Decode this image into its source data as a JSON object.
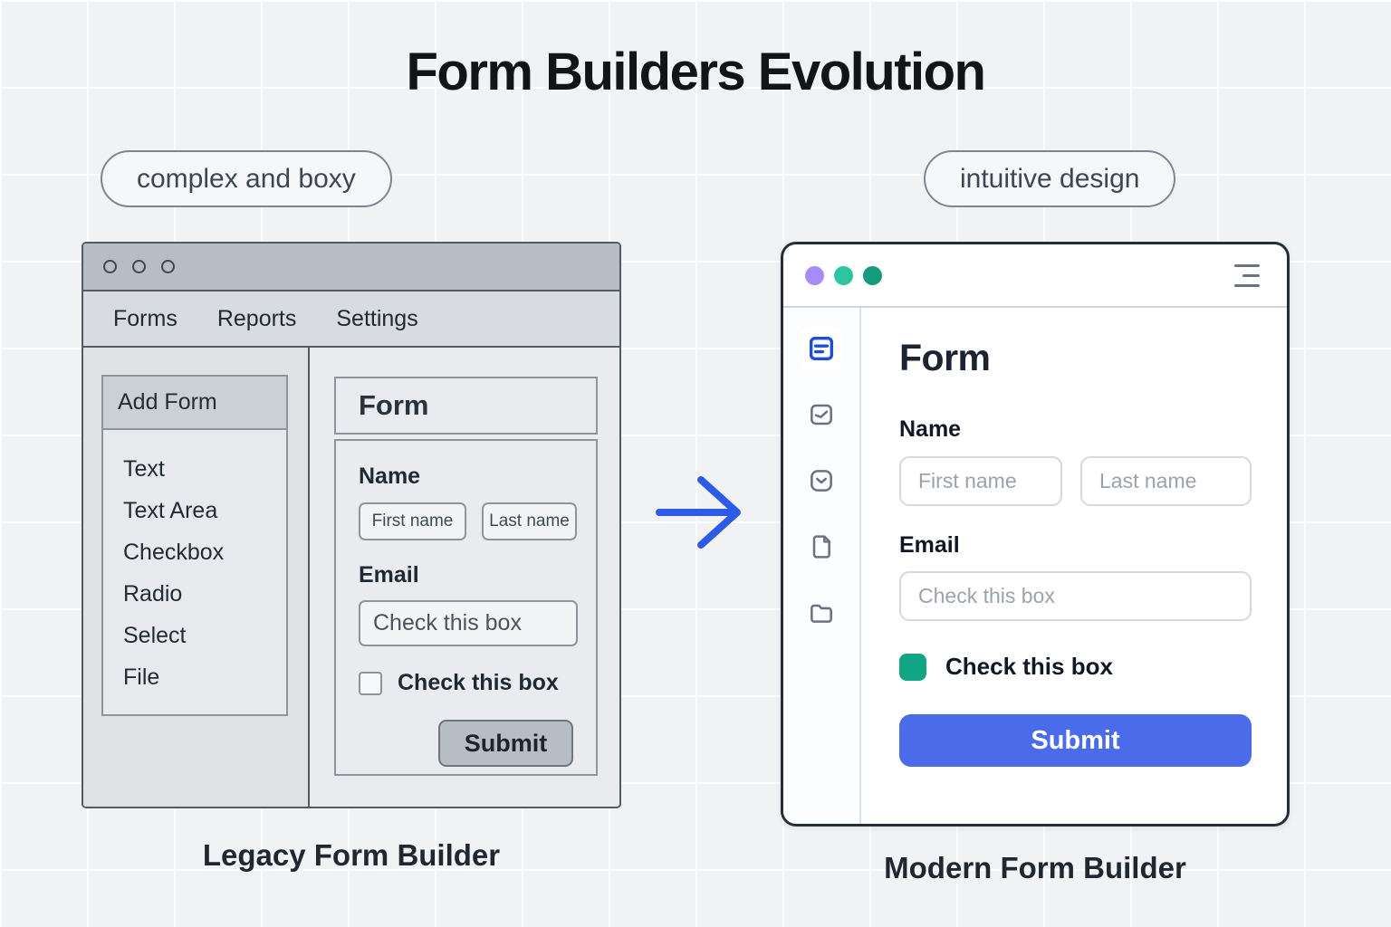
{
  "page": {
    "title": "Form Builders Evolution"
  },
  "badges": {
    "left": "complex and boxy",
    "right": "intuitive design"
  },
  "legacy": {
    "caption": "Legacy Form Builder",
    "window_dots": [
      "outline-dot",
      "outline-dot",
      "outline-dot"
    ],
    "menu": [
      "Forms",
      "Reports",
      "Settings"
    ],
    "sidebar": {
      "header": "Add Form",
      "items": [
        "Text",
        "Text Area",
        "Checkbox",
        "Radio",
        "Select",
        "File"
      ]
    },
    "form": {
      "title": "Form",
      "name_label": "Name",
      "first_name_placeholder": "First name",
      "last_name_placeholder": "Last name",
      "email_label": "Email",
      "email_placeholder": "Check this box",
      "checkbox_label": "Check this box",
      "checkbox_checked": false,
      "submit_label": "Submit"
    }
  },
  "modern": {
    "caption": "Modern Form Builder",
    "window_dot_colors": [
      "#a78bfa",
      "#2ec4a0",
      "#159a7e"
    ],
    "menu_icon": "hamburger-icon",
    "sidebar_icons": [
      "form-icon",
      "trend-icon",
      "check-square-icon",
      "file-icon",
      "folder-icon"
    ],
    "form": {
      "title": "Form",
      "name_label": "Name",
      "first_name_placeholder": "First name",
      "last_name_placeholder": "Last name",
      "email_label": "Email",
      "email_placeholder": "Check this box",
      "checkbox_label": "Check this box",
      "checkbox_checked": true,
      "submit_label": "Submit"
    }
  },
  "colors": {
    "accent_blue": "#4a6ceb",
    "accent_teal": "#12a584",
    "arrow_blue": "#2d5be8",
    "active_icon_blue": "#1d4ed8",
    "legacy_chrome_gray": "#b7bdc4",
    "legacy_panel_gray": "#e9ebee",
    "window_border_dark": "#232f3b",
    "pill_border_gray": "#7b8793"
  }
}
